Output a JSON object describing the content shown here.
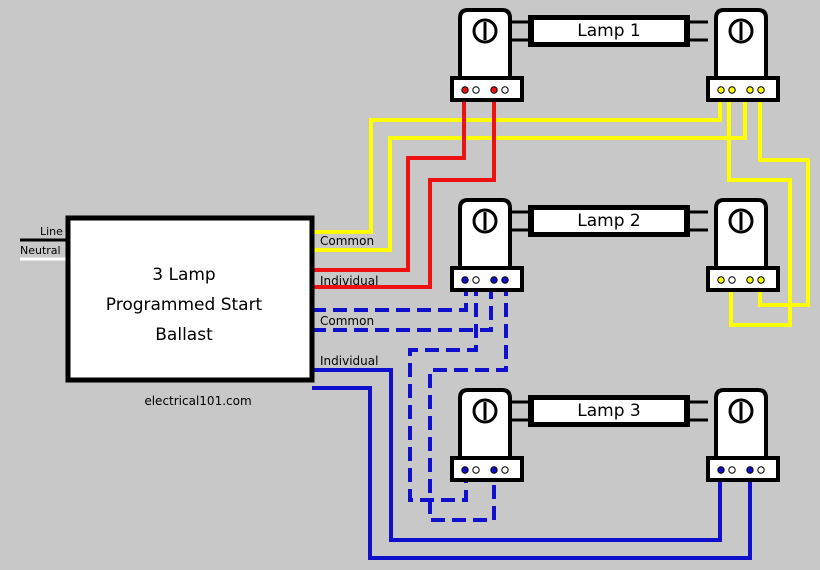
{
  "ballast": {
    "line1": "3 Lamp",
    "line2": "Programmed Start",
    "line3": "Ballast",
    "website": "electrical101.com"
  },
  "supply": {
    "line_label": "Line",
    "neutral_label": "Neutral"
  },
  "lead_labels": {
    "common_yellow": "Common",
    "individual_red": "Individual",
    "common_blue": "Common",
    "individual_blue": "Individual"
  },
  "lamps": [
    {
      "label": "Lamp 1"
    },
    {
      "label": "Lamp 2"
    },
    {
      "label": "Lamp 3"
    }
  ],
  "colors": {
    "background": "#c8c8c8",
    "yellow_wire": "#ffff00",
    "red_wire": "#ee1111",
    "blue_wire": "#1010cc",
    "line_wire": "#000000",
    "neutral_wire": "#ffffff"
  }
}
